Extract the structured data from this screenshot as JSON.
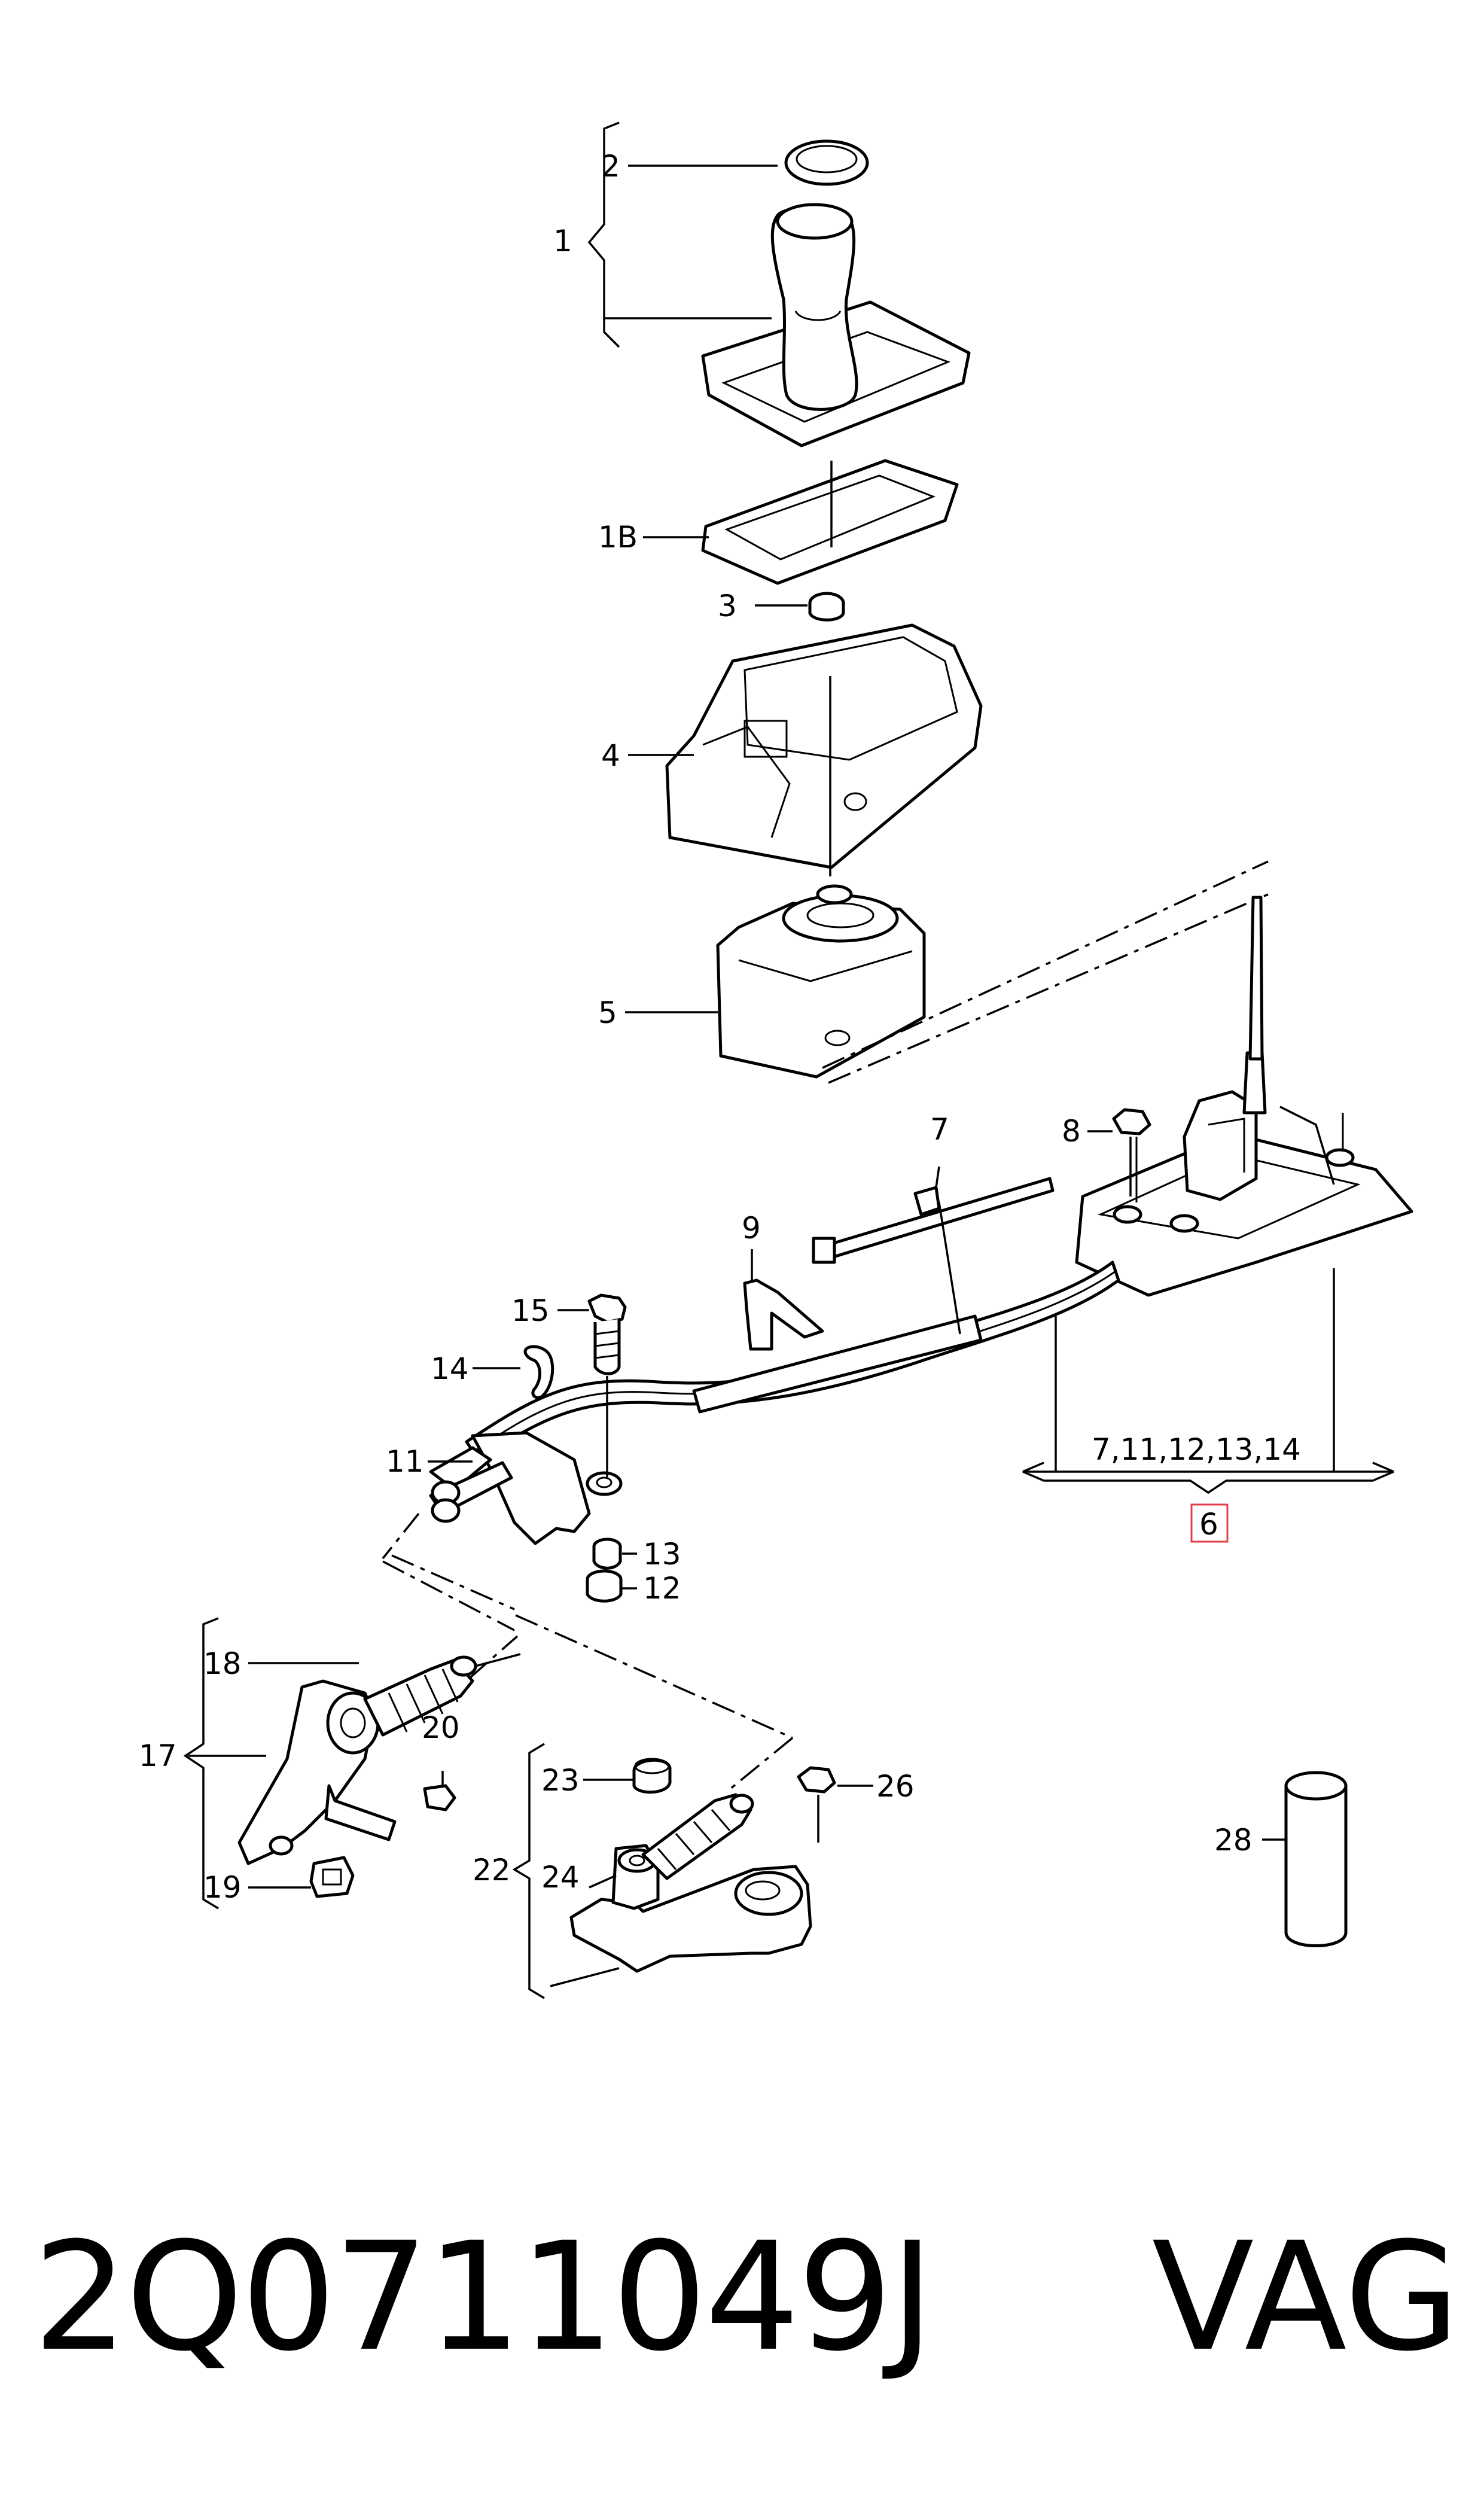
{
  "diagram": {
    "callouts": {
      "c1": "1",
      "c2": "2",
      "c1b": "1B",
      "c3": "3",
      "c4": "4",
      "c5": "5",
      "c6": "6",
      "c7": "7",
      "c8": "8",
      "c9": "9",
      "c11": "11",
      "c12": "12",
      "c13": "13",
      "c14": "14",
      "c15": "15",
      "c17": "17",
      "c18": "18",
      "c19": "19",
      "c20": "20",
      "c22": "22",
      "c23": "23",
      "c24": "24",
      "c26": "26",
      "c28": "28"
    },
    "group_label": "7,11,12,13,14",
    "highlight_color": "#e0404a"
  },
  "footer": {
    "part_number": "2Q0711049J",
    "brand": "VAG"
  }
}
